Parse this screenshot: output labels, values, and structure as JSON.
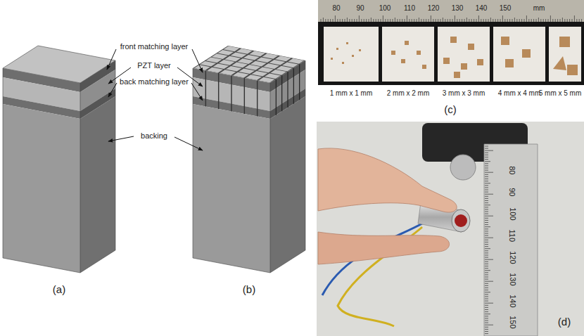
{
  "diagram": {
    "labels": [
      "front matching layer",
      "PZT layer",
      "back matching layer",
      "backing",
      "(a)",
      "(b)",
      "80",
      "90",
      "100",
      "110",
      "120",
      "130",
      "140",
      "150",
      "mm",
      "1 mm x 1 mm",
      "2 mm x 2 mm",
      "3 mm x 3 mm",
      "4 mm x 4 mm",
      "5 mm x 5 mm",
      "(c)",
      "80",
      "90",
      "100",
      "110",
      "120",
      "130",
      "140",
      "150",
      "(d)"
    ]
  }
}
